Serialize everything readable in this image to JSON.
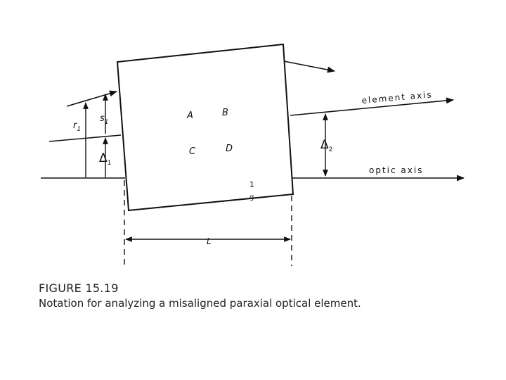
{
  "diagram": {
    "element_axis_label": "element axis",
    "optic_axis_label": "optic axis",
    "matrix": {
      "a": "A",
      "b": "B",
      "c": "C",
      "d": "D"
    },
    "r1": "r",
    "r1_sub": "1",
    "s1": "s",
    "s1_sub": "1",
    "delta1": "Δ",
    "delta1_sub": "1",
    "delta2": "Δ",
    "delta2_sub": "2",
    "length": "L",
    "mark_top": "1",
    "mark_bottom": "g"
  },
  "caption": {
    "figure": "FIGURE 15.19",
    "text": "Notation for analyzing a misaligned paraxial optical element."
  }
}
